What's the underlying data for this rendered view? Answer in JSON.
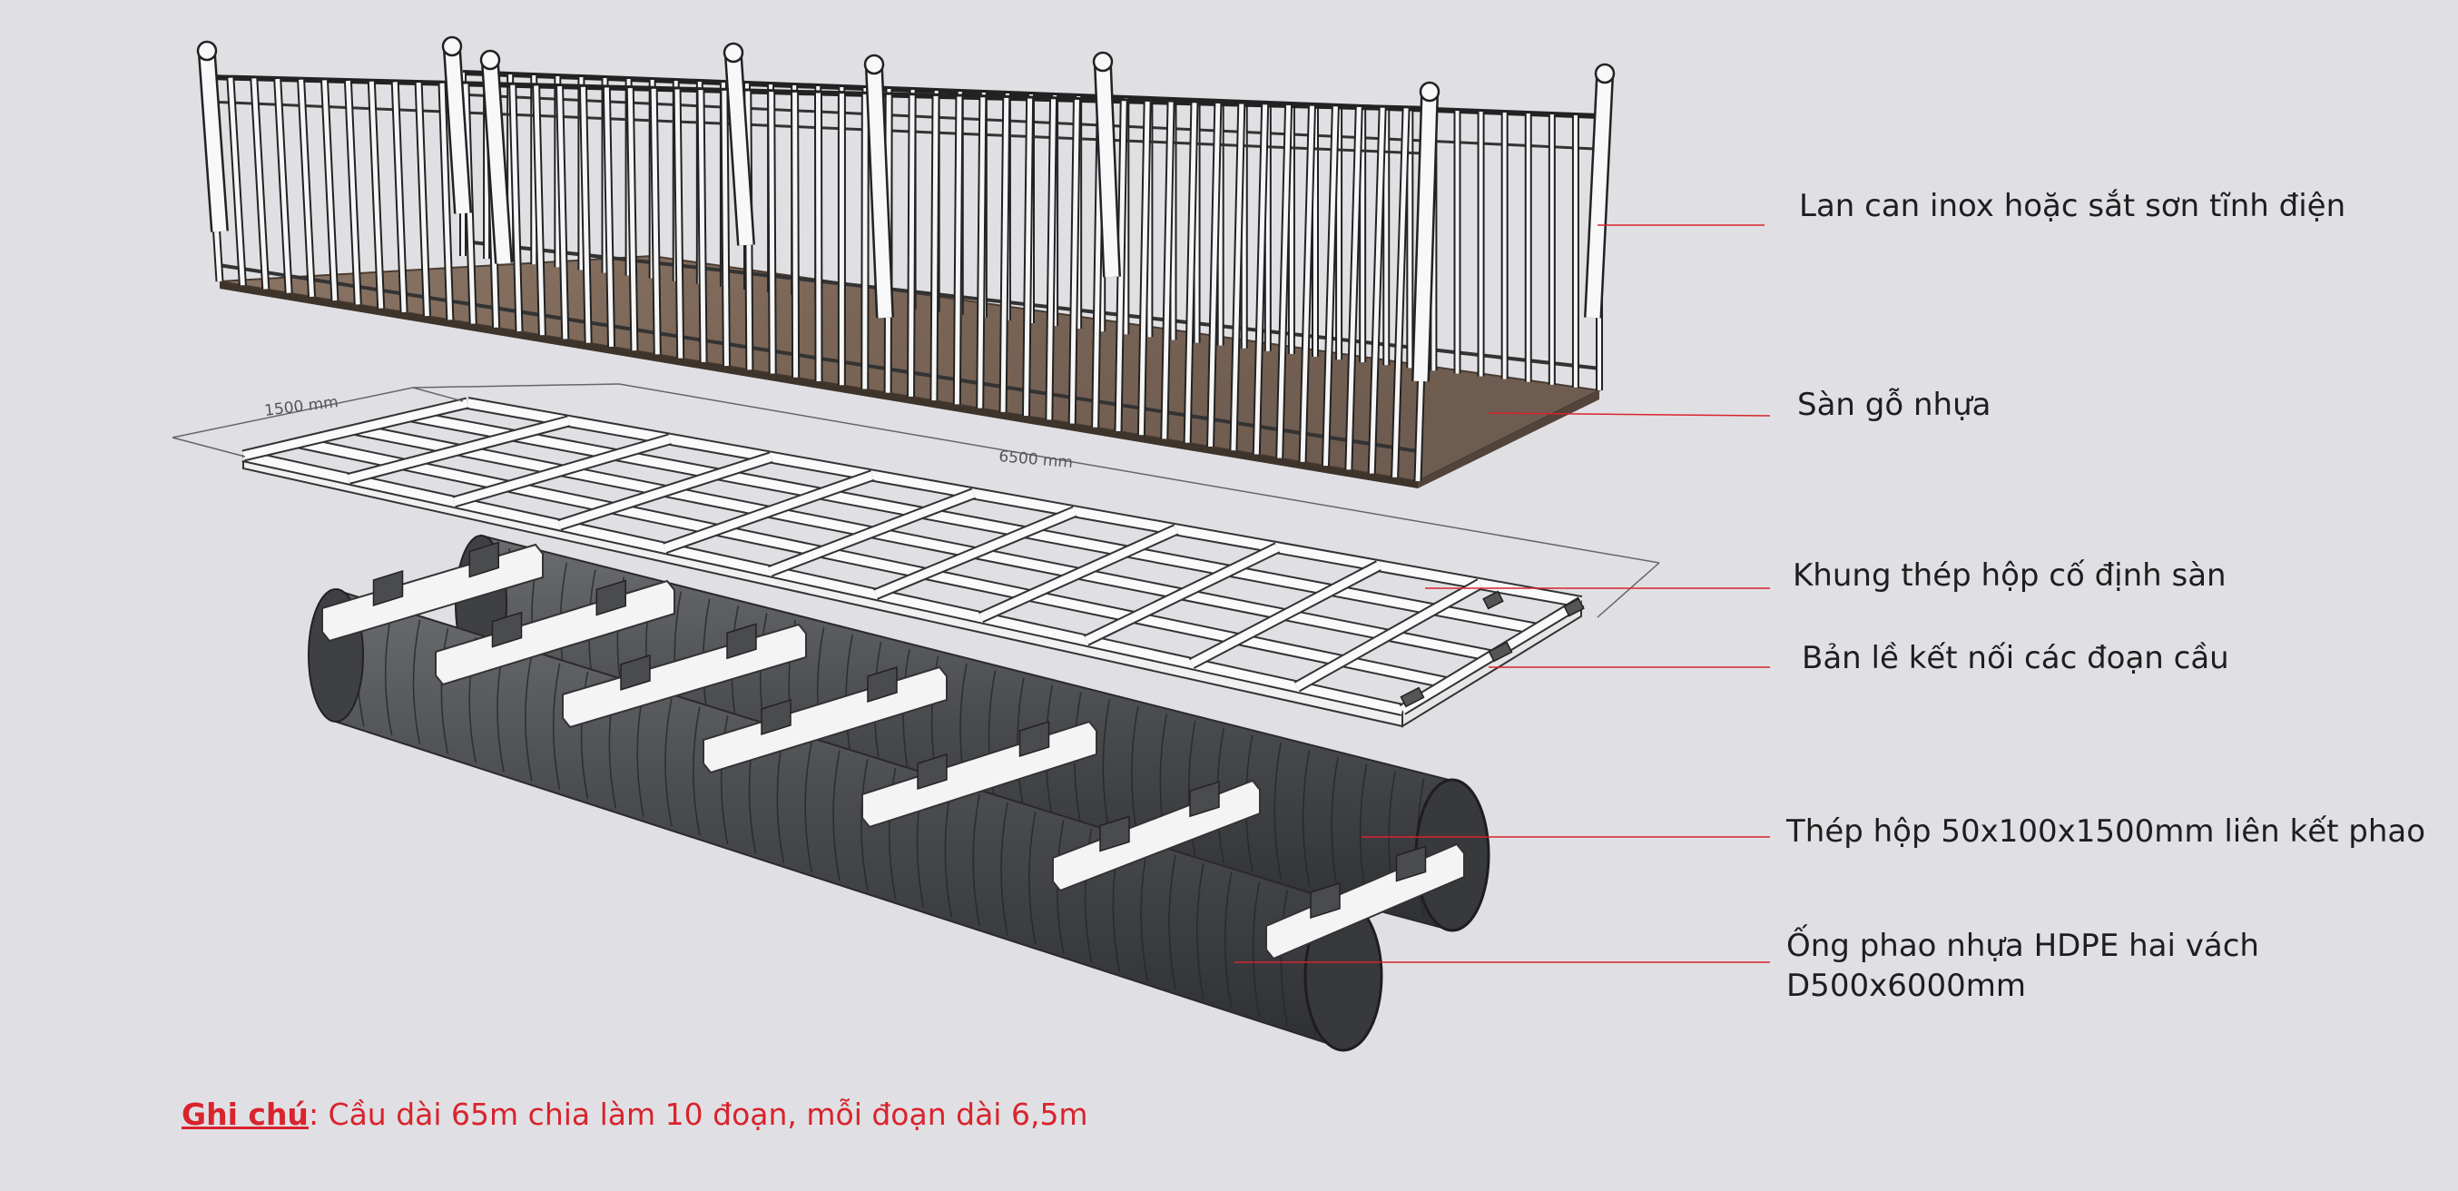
{
  "labels": {
    "railing": "Lan can inox hoặc sắt sơn tĩnh điện",
    "deck": "Sàn gỗ nhựa",
    "frame": "Khung thép hộp cố định sàn",
    "hinge": "Bản lề kết nối các đoạn cầu",
    "beam": "Thép hộp 50x100x1500mm liên kết phao",
    "pipe_line1": "Ống phao nhựa HDPE hai vách",
    "pipe_line2": "D500x6000mm"
  },
  "dimensions": {
    "width": "1500 mm",
    "length": "6500 mm"
  },
  "note": {
    "prefix": "Ghi chú",
    "text": ": Cầu dài 65m chia làm 10 đoạn, mỗi đoạn dài 6,5m"
  },
  "colors": {
    "background": "#e0e0e4",
    "leader": "#d9232d",
    "note": "#d9232d",
    "deck": "#7d6a5c",
    "pipe": "#4a4c50",
    "frame": "#ffffff"
  }
}
